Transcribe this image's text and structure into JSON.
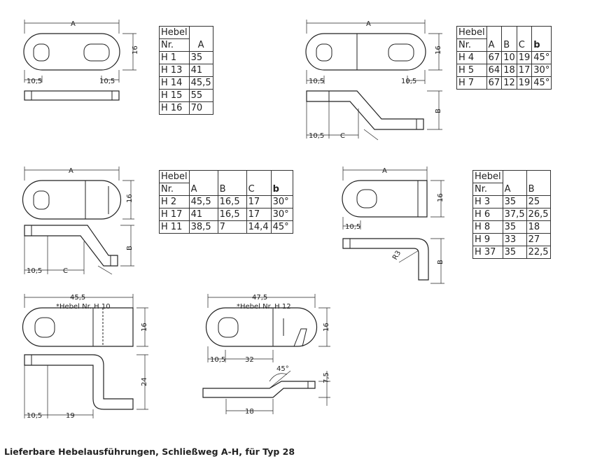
{
  "drawings": {
    "d1": {
      "a": "A",
      "h": "16",
      "l": "10,5",
      "r": "10,5"
    },
    "d2": {
      "a": "A",
      "h": "16",
      "l": "10,5",
      "r": "10,5",
      "b": "B",
      "sl": "10,5",
      "c": "C"
    },
    "d3": {
      "a": "A",
      "h": "16",
      "b": "B",
      "sl": "10,5",
      "c": "C"
    },
    "d4": {
      "a": "A",
      "h": "16",
      "l": "10,5",
      "r": "R3",
      "b": "B"
    },
    "d5": {
      "a": "45,5",
      "note": "*Hebel Nr. H 10",
      "h": "16",
      "v": "24",
      "sl": "10,5",
      "c": "19"
    },
    "d6": {
      "a": "47,5",
      "note": "*Hebel Nr. H 12",
      "h": "16",
      "l": "10,5",
      "m": "32",
      "ang": "45°",
      "v": "7,5",
      "c": "18"
    }
  },
  "tables": {
    "t1": {
      "h1": "Hebel",
      "h2": "Nr.",
      "cols": [
        "A"
      ],
      "rows": [
        [
          "H   1",
          "35"
        ],
        [
          "H 13",
          "41"
        ],
        [
          "H 14",
          "45,5"
        ],
        [
          "H 15",
          "55"
        ],
        [
          "H 16",
          "70"
        ]
      ]
    },
    "t2": {
      "h1": "Hebel",
      "h2": "Nr.",
      "cols": [
        "A",
        "B",
        "C",
        "b"
      ],
      "rows": [
        [
          "H 4",
          "67",
          "10",
          "19",
          "45°"
        ],
        [
          "H 5",
          "64",
          "18",
          "17",
          "30°"
        ],
        [
          "H 7",
          "67",
          "12",
          "19",
          "45°"
        ]
      ]
    },
    "t3": {
      "h1": "Hebel",
      "h2": "Nr.",
      "cols": [
        "A",
        "B",
        "C",
        "b"
      ],
      "rows": [
        [
          "H   2",
          "45,5",
          "16,5",
          "17",
          "30°"
        ],
        [
          "H 17",
          "41",
          "16,5",
          "17",
          "30°"
        ],
        [
          "H 11",
          "38,5",
          "7",
          "14,4",
          "45°"
        ]
      ]
    },
    "t4": {
      "h1": "Hebel",
      "h2": "Nr.",
      "cols": [
        "A",
        "B"
      ],
      "rows": [
        [
          "H   3",
          "35",
          "25"
        ],
        [
          "H   6",
          "37,5",
          "26,5"
        ],
        [
          "H   8",
          "35",
          "18"
        ],
        [
          "H   9",
          "33",
          "27"
        ],
        [
          "H 37",
          "35",
          "22,5"
        ]
      ]
    }
  },
  "caption": "Lieferbare Hebelausführungen, Schließweg A-H, für Typ 28"
}
